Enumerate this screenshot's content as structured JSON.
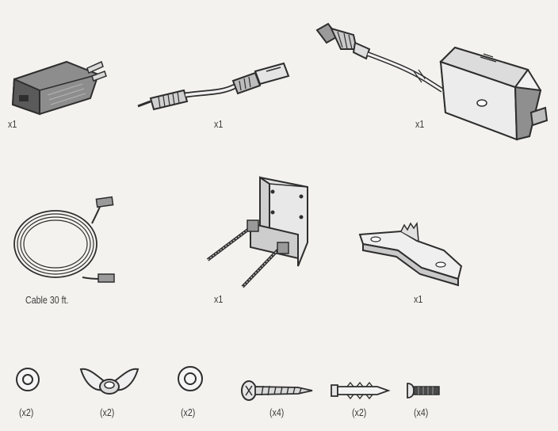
{
  "parts": [
    {
      "id": "ac-adapter",
      "qty": "x1"
    },
    {
      "id": "usb-power-cable",
      "qty": "x1"
    },
    {
      "id": "power-inserter",
      "qty": "x1"
    },
    {
      "id": "coax-cable",
      "qty": "Cable 30 ft."
    },
    {
      "id": "mounting-bracket",
      "qty": "x1"
    },
    {
      "id": "mast-clamp",
      "qty": "x1"
    },
    {
      "id": "washer-small",
      "qty": "(x2)"
    },
    {
      "id": "wing-nut",
      "qty": "(x2)"
    },
    {
      "id": "washer-flat",
      "qty": "(x2)"
    },
    {
      "id": "wood-screw",
      "qty": "(x4)"
    },
    {
      "id": "wall-anchor",
      "qty": "(x2)"
    },
    {
      "id": "machine-screw",
      "qty": "(x4)"
    }
  ]
}
